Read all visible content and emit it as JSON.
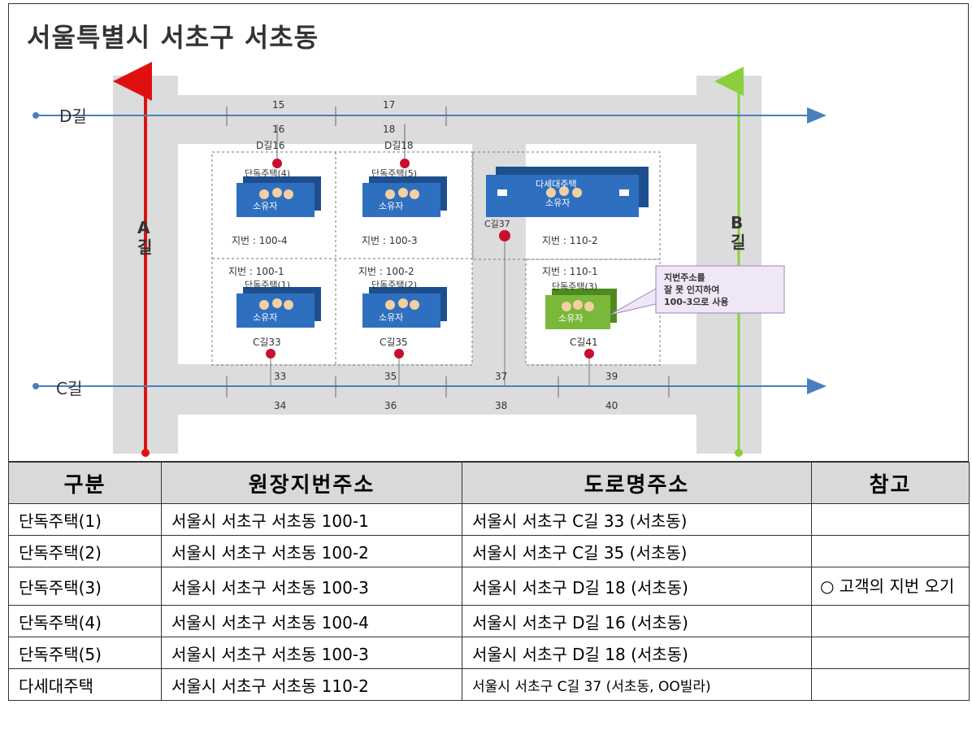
{
  "title": "서울특별시 서초구 서초동",
  "roads": {
    "a": "A\n길",
    "b": "B\n길",
    "c": "C길",
    "d": "D길"
  },
  "d_road_numbers": {
    "top": [
      "15",
      "17"
    ],
    "bottom": [
      "16",
      "18"
    ]
  },
  "c_road_numbers": {
    "top": [
      "33",
      "35",
      "37",
      "39"
    ],
    "bottom": [
      "34",
      "36",
      "38",
      "40"
    ]
  },
  "address_pins": {
    "d16": "D길16",
    "d18": "D길18",
    "c37": "C길37",
    "c33": "C길33",
    "c35": "C길35",
    "c41": "C길41"
  },
  "houses": [
    {
      "name": "단독주택(4)",
      "owner": "소유자",
      "lot": "지번 : 100-4"
    },
    {
      "name": "단독주택(5)",
      "owner": "소유자",
      "lot": "지번 : 100-3"
    },
    {
      "name": "다세대주택",
      "owner": "소유자",
      "lot": "지번 : 110-2"
    },
    {
      "name": "단독주택(1)",
      "owner": "소유자",
      "lot": "지번 : 100-1"
    },
    {
      "name": "단독주택(2)",
      "owner": "소유자",
      "lot": "지번 : 100-2"
    },
    {
      "name": "단독주택(3)",
      "owner": "소유자",
      "lot": "지번 : 110-1"
    }
  ],
  "callout": [
    "지번주소를",
    "잘 못 인지하여",
    "100-3으로 사용"
  ],
  "colors": {
    "a_road": "#e01010",
    "b_road": "#8ccf3c",
    "street": "#4a7fbf",
    "pin": "#c8102e",
    "block": "#dcdcdc",
    "house_blue": "#2e6fc0",
    "house_green": "#7ab83a",
    "callout": "#efe6f6"
  },
  "table": {
    "headers": [
      "구분",
      "원장지번주소",
      "도로명주소",
      "참고"
    ],
    "rows": [
      [
        "단독주택(1)",
        "서울시 서초구 서초동 100-1",
        "서울시 서초구 C길 33 (서초동)",
        ""
      ],
      [
        "단독주택(2)",
        "서울시 서초구 서초동 100-2",
        "서울시 서초구 C길 35 (서초동)",
        ""
      ],
      [
        "단독주택(3)",
        "서울시 서초구 서초동 100-3",
        "서울시 서초구 D길 18 (서초동)",
        "○ 고객의 지번 오기"
      ],
      [
        "단독주택(4)",
        "서울시 서초구 서초동 100-4",
        "서울시 서초구 D길 16 (서초동)",
        ""
      ],
      [
        "단독주택(5)",
        "서울시 서초구 서초동 100-3",
        "서울시 서초구 D길 18 (서초동)",
        ""
      ],
      [
        "다세대주택",
        "서울시 서초구 서초동 110-2",
        "서울시 서초구 C길 37 (서초동, OO빌라)",
        ""
      ]
    ]
  }
}
